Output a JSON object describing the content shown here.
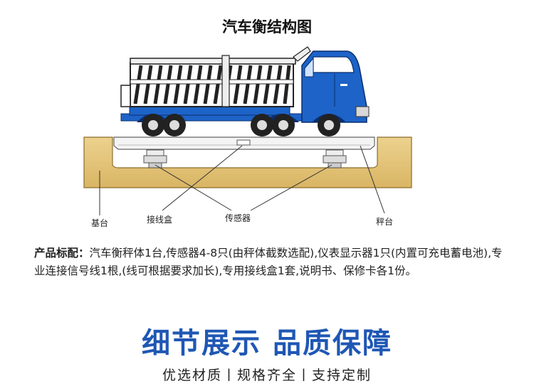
{
  "title": "汽车衡结构图",
  "labels": {
    "base": "基台",
    "junction_box": "接线盒",
    "sensor": "传感器",
    "platform": "秤台"
  },
  "spec": {
    "heading": "产品标配：",
    "body": "汽车衡秤体1台,传感器4-8只(由秤体截数选配),仪表显示器1只(内置可充电蓄电池),专业连接信号线1根,(线可根据要求加长),专用接线盒1套,说明书、保修卡各1份。"
  },
  "banner": "细节展示 品质保障",
  "tagline": "优选材质丨规格齐全丨支持定制",
  "colors": {
    "truck_blue": "#1d63c8",
    "base_tan": "#e2c27a",
    "banner_blue": "#1f57b4"
  }
}
